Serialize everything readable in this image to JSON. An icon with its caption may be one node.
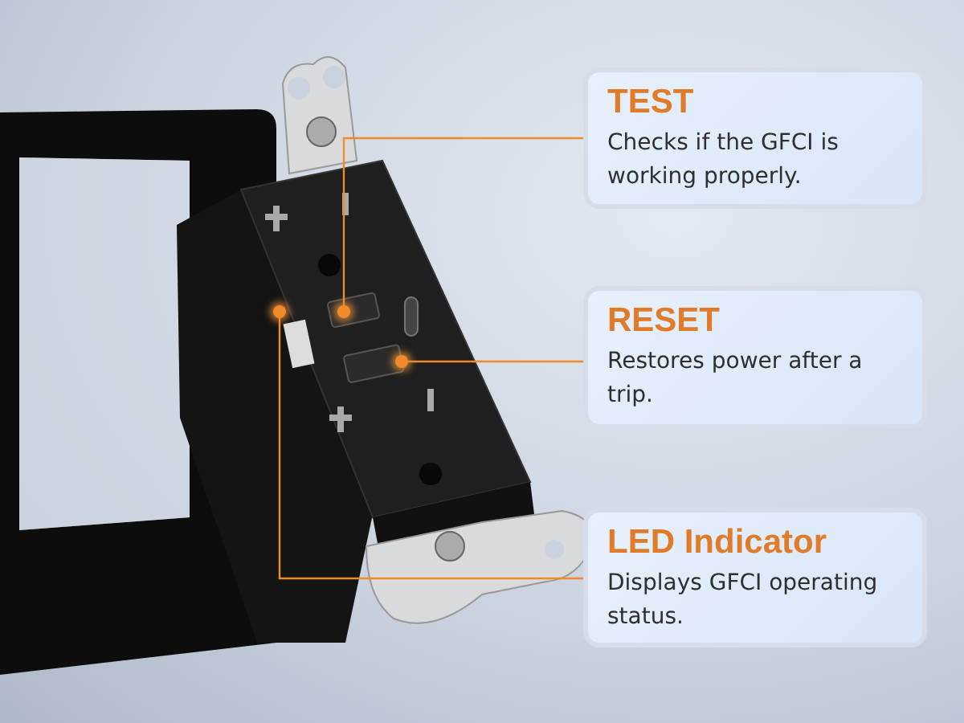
{
  "diagram": {
    "nodes": [
      {
        "text": [
          "TEST",
          "Checks if the GFCI is working properly."
        ]
      },
      {
        "text": [
          "RESET",
          "Restores power after a trip."
        ]
      },
      {
        "text": [
          "LED Indicator",
          "Displays GFCI operating status."
        ]
      },
      {
        "text": [],
        "shape": "circle"
      },
      {
        "text": [],
        "shape": "circle"
      },
      {
        "text": [],
        "shape": "circle"
      }
    ],
    "edges": [
      {
        "from": 0,
        "to": 3,
        "arrow": "none"
      },
      {
        "from": 1,
        "to": 4,
        "arrow": "none"
      },
      {
        "from": 2,
        "to": 5,
        "arrow": "none"
      }
    ]
  }
}
